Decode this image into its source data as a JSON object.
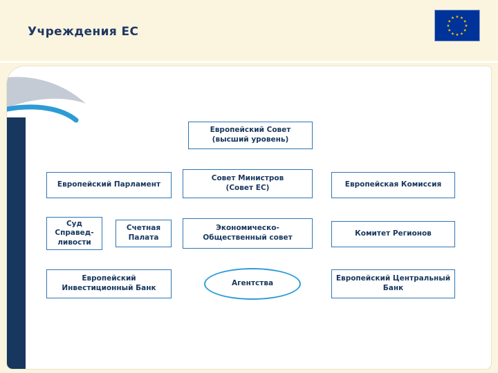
{
  "header": {
    "title": "Учреждения ЕС"
  },
  "icons": {
    "eu_flag": "eu-flag-icon"
  },
  "colors": {
    "slide_background": "#FBF5DF",
    "panel_background": "#FFFFFF",
    "left_bar_navy": "#17375E",
    "title_text": "#1F3864",
    "box_border_blue": "#2E74B5",
    "box_text_navy": "#17375E",
    "ellipse_border_blue": "#2D9BD5",
    "flag_blue": "#003399",
    "flag_star_yellow": "#FFCC00",
    "swoosh_gray": "#C4CBD4",
    "swoosh_blue": "#2D9BD5"
  },
  "diagram": {
    "nodes": {
      "european_council": "Европейский Совет\n(высший уровень)",
      "parliament": "Европейский Парламент",
      "council_of_ministers": "Совет Министров\n(Совет ЕС)",
      "commission": "Европейская Комиссия",
      "court_of_justice": "Суд\nСправед-\nливости",
      "court_of_auditors": "Счетная\nПалата",
      "economic_social": "Экономическо-\nОбщественный совет",
      "committee_regions": "Комитет Регионов",
      "investment_bank": "Европейский\nИнвестиционный Банк",
      "agencies": "Агентства",
      "central_bank": "Европейский Центральный\nБанк"
    }
  }
}
